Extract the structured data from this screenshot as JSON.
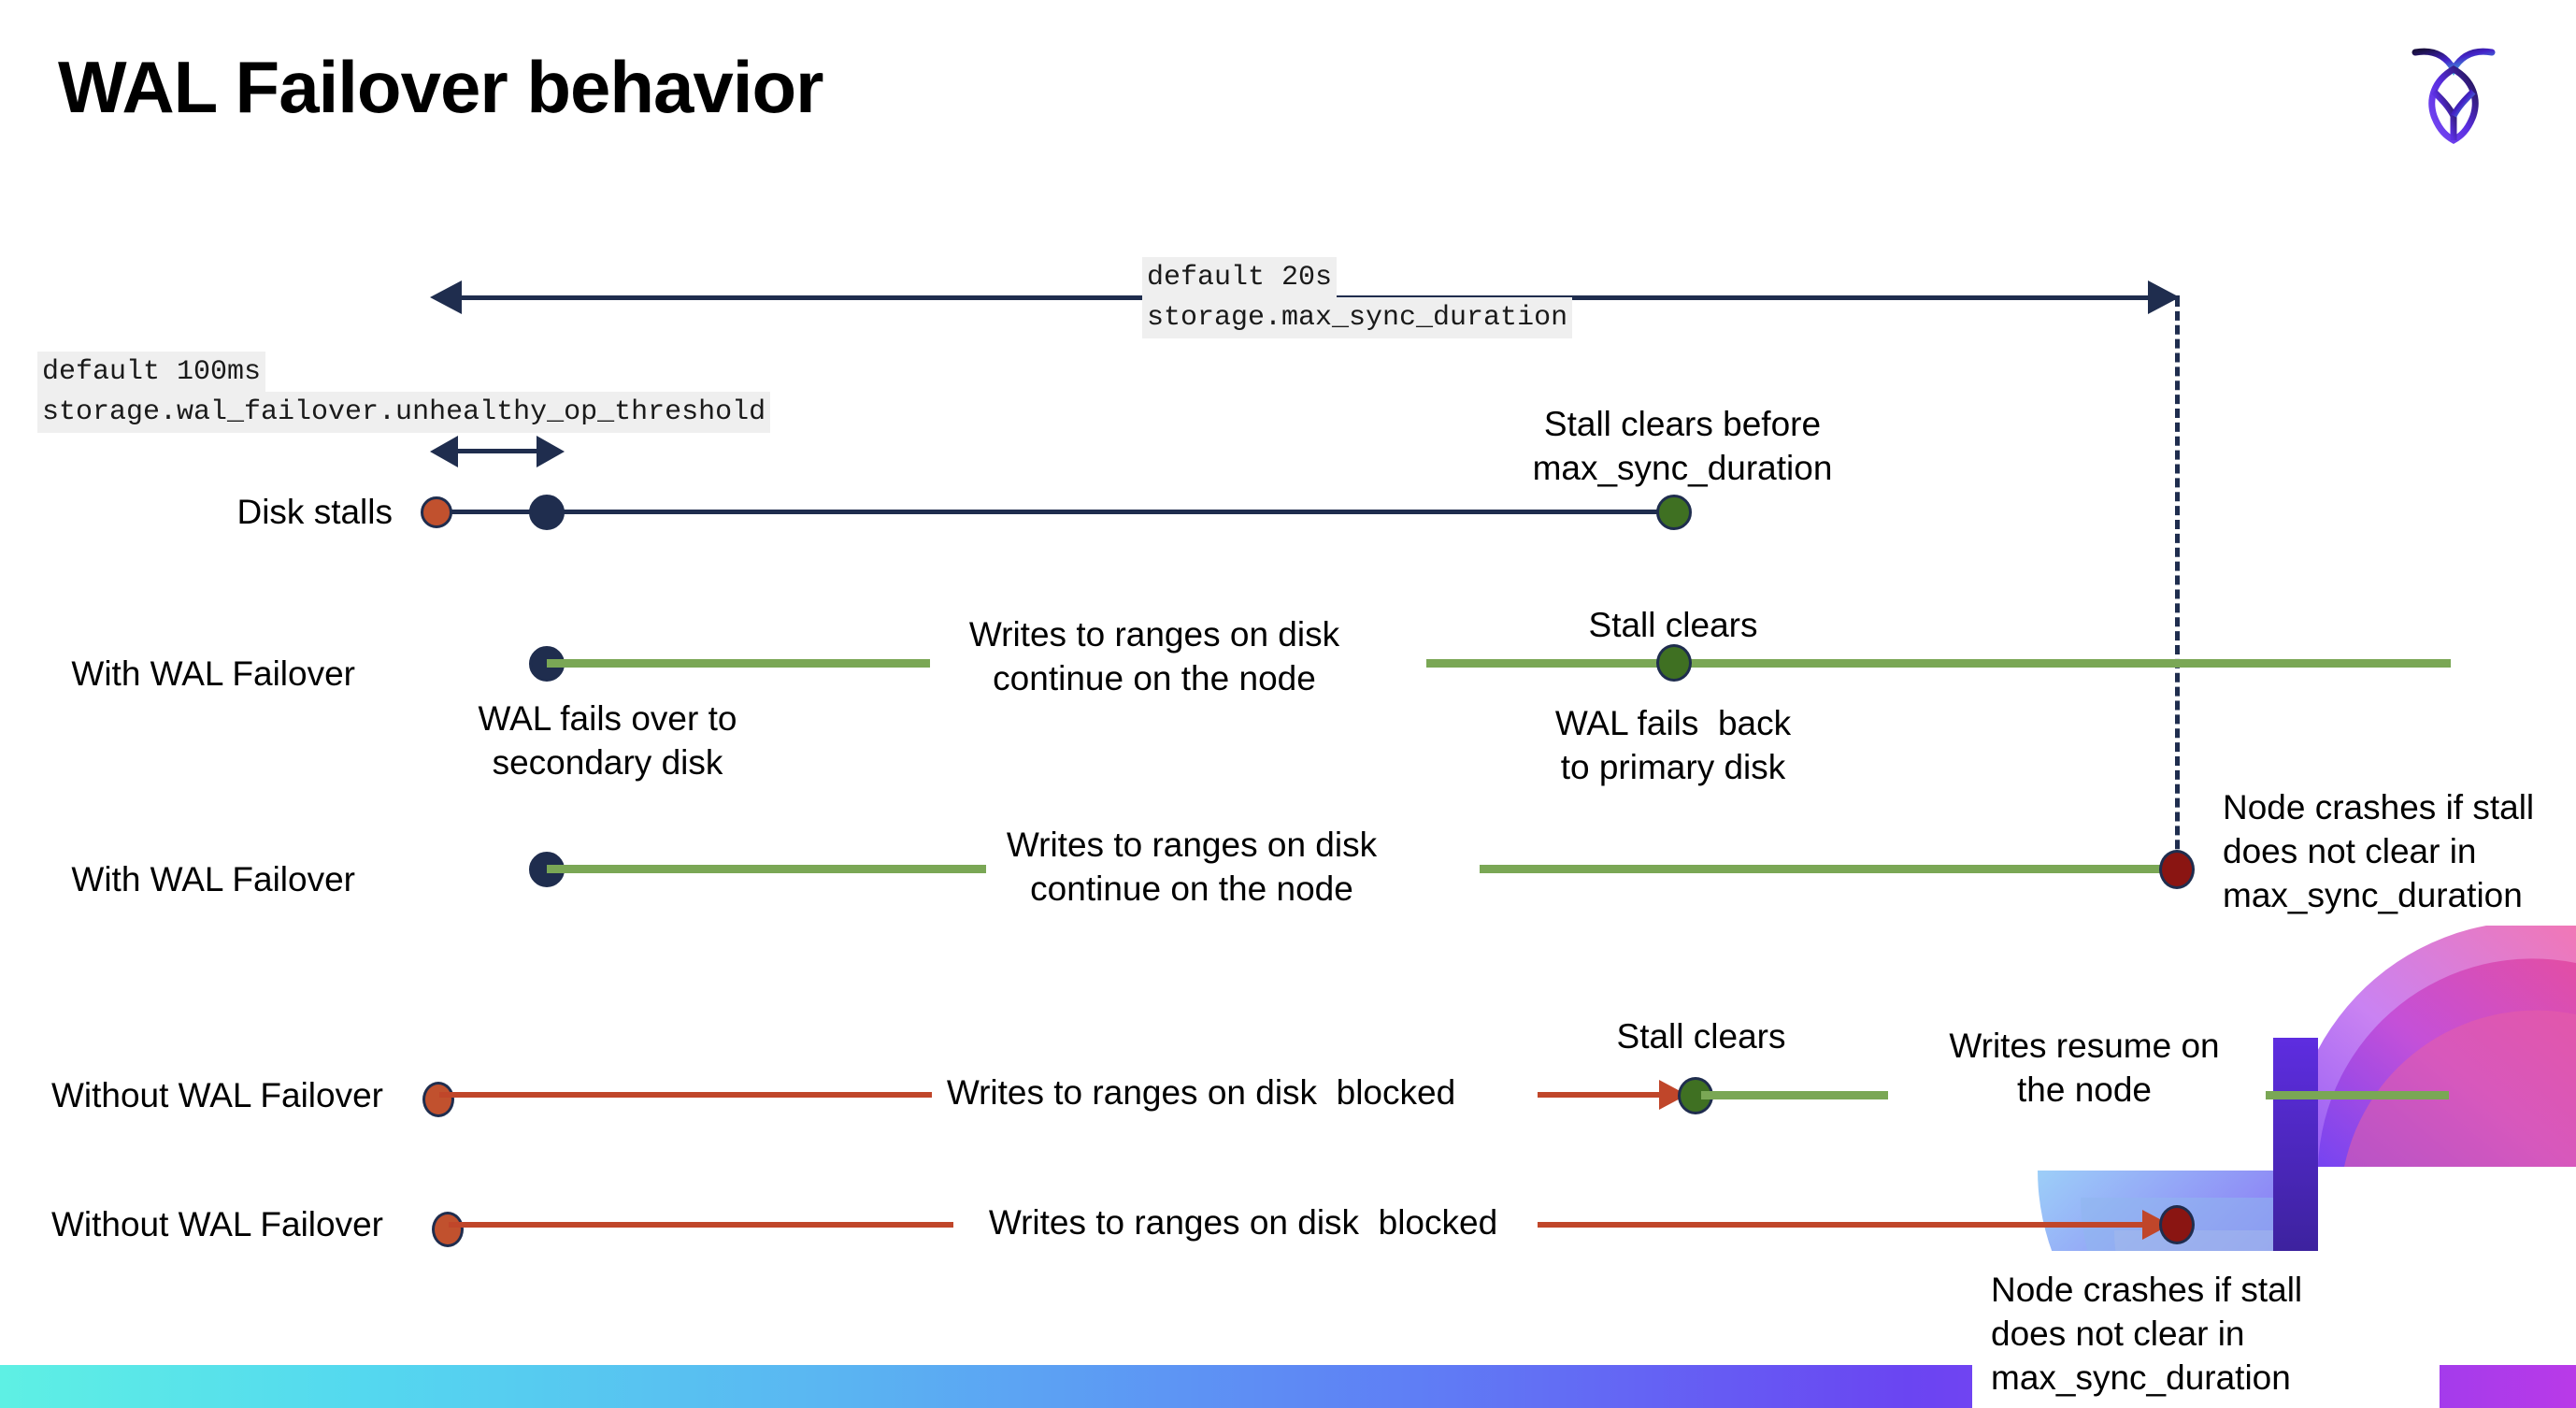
{
  "slide": {
    "title": "WAL Failover behavior",
    "logo_name": "cockroachdb-logo"
  },
  "settings": [
    {
      "id": "max-sync-duration",
      "default_label": "default 20s",
      "setting_name": "storage.max_sync_duration"
    },
    {
      "id": "unhealthy-op-threshold",
      "default_label": "default 100ms",
      "setting_name": "storage.wal_failover.unhealthy_op_threshold"
    }
  ],
  "rows": [
    {
      "id": "disk-stalls",
      "label": "Disk stalls",
      "annotations": [
        "Stall clears before\nmax_sync_duration"
      ]
    },
    {
      "id": "with-wal-failover-clears",
      "label": "With WAL Failover",
      "annotations": [
        "WAL fails over to\nsecondary disk",
        "Writes to ranges on disk\ncontinue on the node",
        "Stall clears",
        "WAL fails  back\nto primary disk"
      ]
    },
    {
      "id": "with-wal-failover-crash",
      "label": "With WAL Failover",
      "annotations": [
        "Writes to ranges on disk\ncontinue on the node",
        "Node crashes if stall\ndoes not clear in\nmax_sync_duration"
      ]
    },
    {
      "id": "without-wal-failover-clears",
      "label": "Without WAL Failover",
      "annotations": [
        "Writes to ranges on disk  blocked",
        "Stall clears",
        "Writes resume on\nthe node"
      ]
    },
    {
      "id": "without-wal-failover-crash",
      "label": "Without WAL Failover",
      "annotations": [
        "Writes to ranges on disk  blocked",
        "Node crashes if stall\ndoes not clear in\nmax_sync_duration"
      ]
    }
  ],
  "colors": {
    "navy": "#1f2d4e",
    "orange": "#c1512e",
    "green_dot": "#3f7022",
    "green_line": "#7aa755",
    "dark_red": "#8a1512",
    "red_line": "#c0462a",
    "mono_bg": "#efefef"
  }
}
